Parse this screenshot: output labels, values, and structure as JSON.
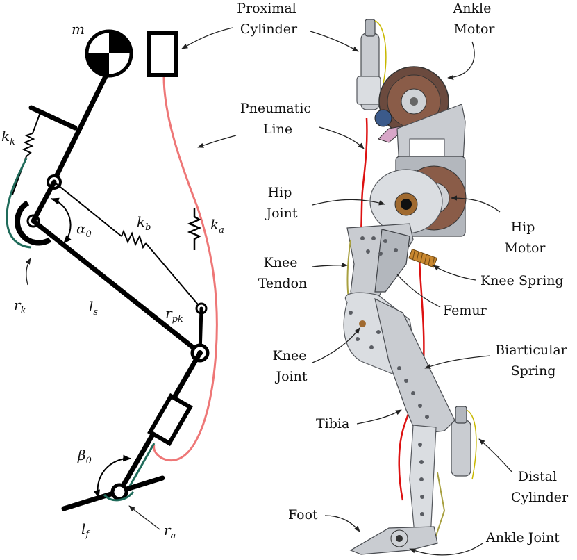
{
  "schematic": {
    "mass_symbol": "m",
    "k_k": {
      "main": "k",
      "sub": "k"
    },
    "k_b": {
      "main": "k",
      "sub": "b"
    },
    "k_a": {
      "main": "k",
      "sub": "a"
    },
    "alpha_0": {
      "main": "α",
      "sub": "0"
    },
    "beta_0": {
      "main": "β",
      "sub": "0"
    },
    "l_s": {
      "main": "l",
      "sub": "s"
    },
    "l_f": {
      "main": "l",
      "sub": "f"
    },
    "r_k": {
      "main": "r",
      "sub": "k"
    },
    "r_a": {
      "main": "r",
      "sub": "a"
    },
    "r_pk": {
      "main": "r",
      "sub": "pk"
    }
  },
  "labels": {
    "proximal_cylinder": [
      "Proximal",
      "Cylinder"
    ],
    "ankle_motor": [
      "Ankle",
      "Motor"
    ],
    "pneumatic_line": [
      "Pneumatic",
      "Line"
    ],
    "hip_joint": [
      "Hip",
      "Joint"
    ],
    "hip_motor": [
      "Hip",
      "Motor"
    ],
    "knee_tendon": [
      "Knee",
      "Tendon"
    ],
    "knee_spring": "Knee Spring",
    "femur": "Femur",
    "knee_joint": [
      "Knee",
      "Joint"
    ],
    "biarticular_spring": [
      "Biarticular",
      "Spring"
    ],
    "tibia": "Tibia",
    "distal_cylinder": [
      "Distal",
      "Cylinder"
    ],
    "foot": "Foot",
    "ankle_joint": "Ankle Joint"
  },
  "colors": {
    "pneumatic_line": "#ee7777",
    "pneumatic_line_cad": "#dd1111",
    "cable": "#1f6b5a",
    "structure": "#000000"
  }
}
